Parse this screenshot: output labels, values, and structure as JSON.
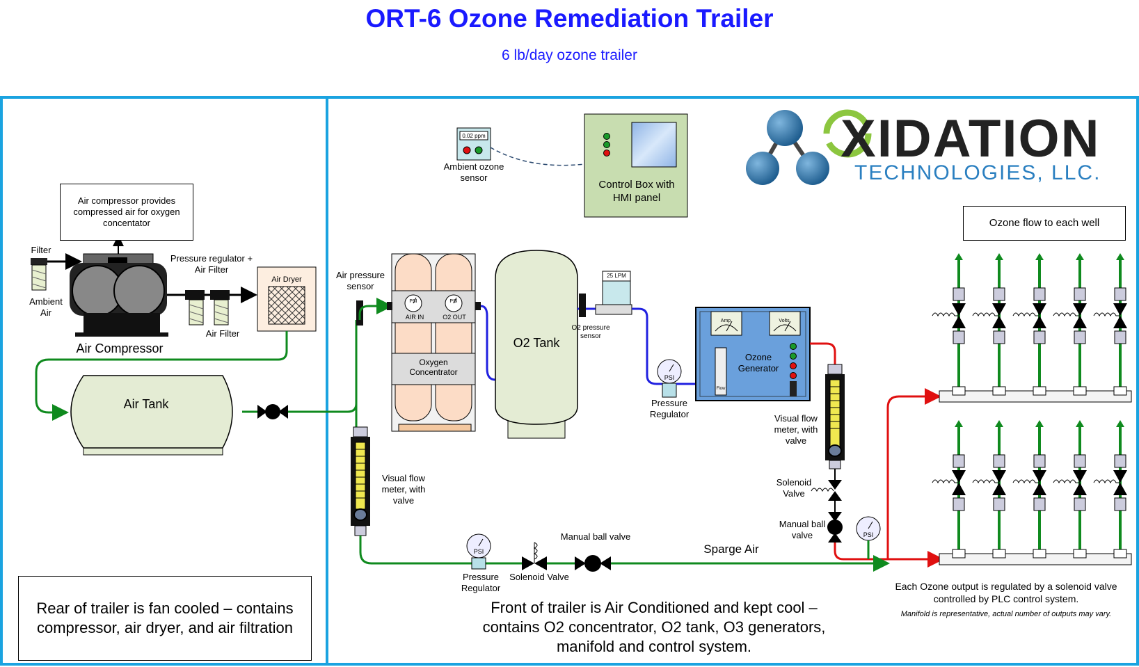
{
  "header": {
    "title": "ORT-6 Ozone Remediation Trailer",
    "subtitle": "6 lb/day ozone trailer"
  },
  "logo": {
    "word": "XIDATION",
    "tagline": "TECHNOLOGIES, LLC."
  },
  "rear": {
    "compressor_note": "Air compressor provides compressed air for oxygen concentator",
    "filter": "Filter",
    "ambient_air": "Ambient Air",
    "air_compressor": "Air Compressor",
    "pressure_regulator_filter": "Pressure regulator + Air Filter",
    "air_filter": "Air Filter",
    "air_dryer": "Air Dryer",
    "air_tank": "Air Tank",
    "note": "Rear of trailer is fan cooled – contains compressor, air dryer, and air filtration"
  },
  "front": {
    "ambient_ozone_sensor": "Ambient ozone sensor",
    "ozone_reading": "0.02 ppm",
    "control_box": "Control Box with HMI panel",
    "air_pressure_sensor": "Air pressure sensor",
    "air_in": "AIR IN",
    "o2_out": "O2 OUT",
    "oxygen_concentrator": "Oxygen Concentrator",
    "o2_tank": "O2 Tank",
    "flow_display": "25 LPM",
    "o2_pressure_sensor": "O2 pressure sensor",
    "pressure_regulator": "Pressure Regulator",
    "psi": "PSI",
    "amp": "Amp",
    "volts": "Volts",
    "flow": "Flow",
    "ozone_generator": "Ozone Generator",
    "visual_flow_meter": "Visual flow meter, with valve",
    "solenoid_valve": "Solenoid Valve",
    "manual_ball_valve": "Manual ball valve",
    "manual_ball_valve_short": "Manual ball valve",
    "solenoid_valve_bottom": "Solenoid Valve",
    "pressure_regulator_bottom": "Pressure Regulator",
    "sparge_air": "Sparge Air",
    "ozone_flow_each_well": "Ozone flow to each well",
    "output_note": "Each Ozone output is regulated by a solenoid valve controlled by PLC control system.",
    "output_note_italic": "Manifold is representative, actual number of outputs may vary.",
    "note": "Front of trailer is Air Conditioned and kept cool – contains O2 concentrator, O2 tank, O3 generators, manifold and control system."
  },
  "colors": {
    "title": "#1a1aff",
    "border": "#1aa3e0",
    "air_line": "#0f8a1e",
    "oxygen_line": "#2020e0",
    "ozone_line": "#e01010"
  }
}
